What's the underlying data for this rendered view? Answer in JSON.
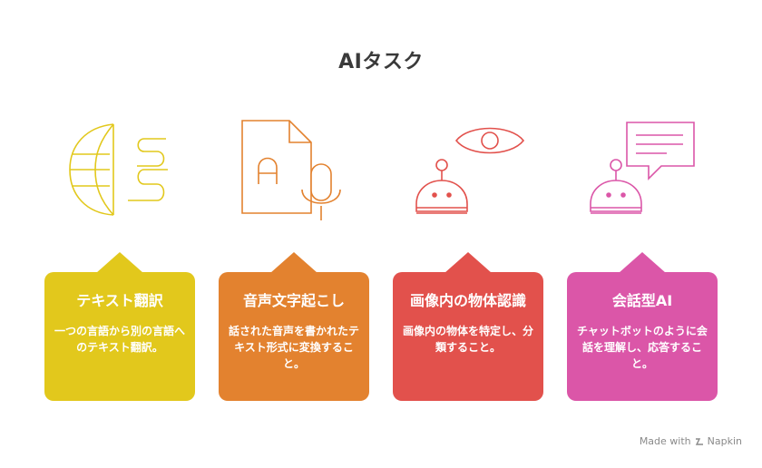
{
  "title": "AIタスク",
  "cards": [
    {
      "title": "テキスト翻訳",
      "description": "一つの言語から別の言語へのテキスト翻訳。",
      "color": "#E2C81C",
      "icon": "globe-translate-icon"
    },
    {
      "title": "音声文字起こし",
      "description": "話された音声を書かれたテキスト形式に変換すること。",
      "color": "#E3822F",
      "icon": "document-microphone-icon"
    },
    {
      "title": "画像内の物体認識",
      "description": "画像内の物体を特定し、分類すること。",
      "color": "#E2514C",
      "icon": "robot-eye-icon"
    },
    {
      "title": "会話型AI",
      "description": "チャットボットのように会話を理解し、応答すること。",
      "color": "#DB56A8",
      "icon": "robot-chat-icon"
    }
  ],
  "footer": {
    "made_with": "Made with",
    "brand": "Napkin"
  }
}
